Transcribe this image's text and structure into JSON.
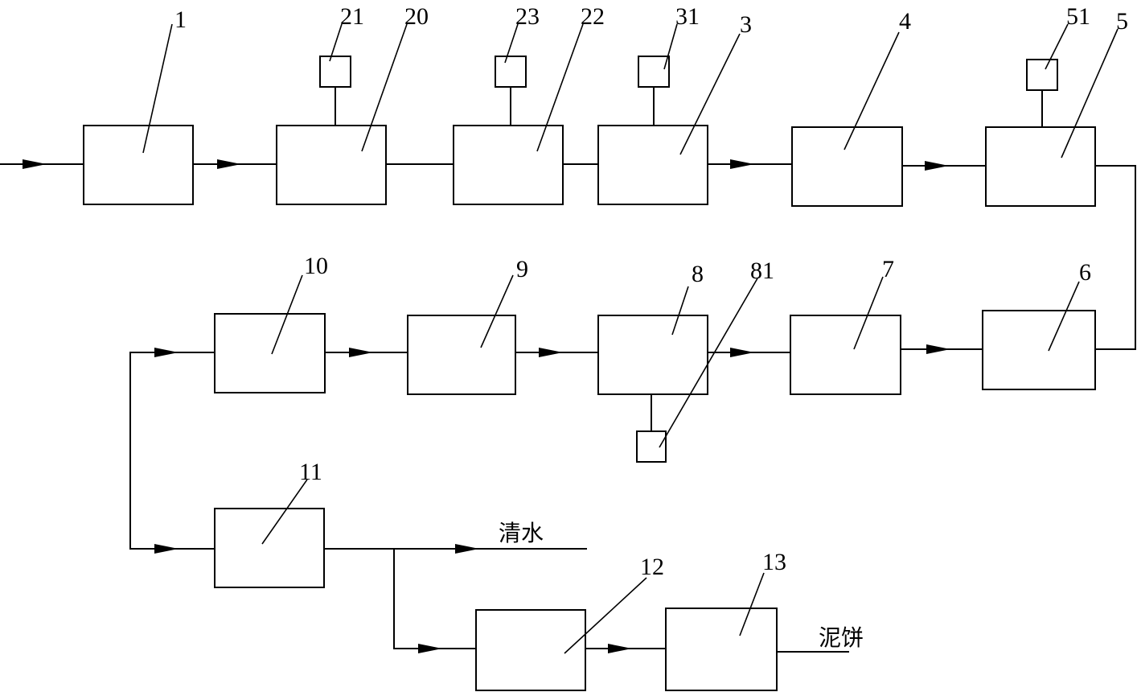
{
  "labels": {
    "n1": "1",
    "n20": "20",
    "n21": "21",
    "n22": "22",
    "n23": "23",
    "n3": "3",
    "n31": "31",
    "n4": "4",
    "n5": "5",
    "n51": "51",
    "n6": "6",
    "n7": "7",
    "n8": "8",
    "n81": "81",
    "n9": "9",
    "n10": "10",
    "n11": "11",
    "n12": "12",
    "n13": "13"
  },
  "outputs": {
    "clear_water": "清水",
    "mud_cake": "泥饼"
  }
}
